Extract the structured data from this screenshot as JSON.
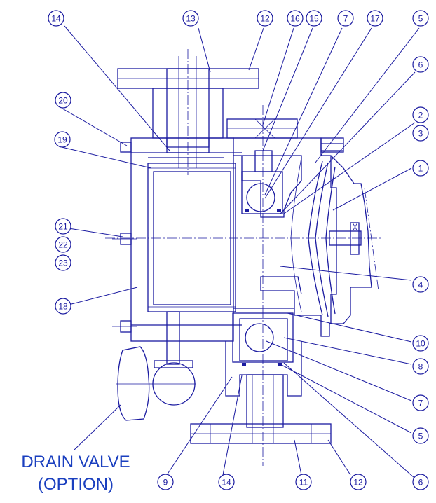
{
  "diagram": {
    "line_color": "#1a1aa0",
    "callout_color": "#1a3fbf",
    "callout_lines": [
      "DRAIN VALVE",
      "(OPTION)"
    ],
    "balloons": [
      "14",
      "13",
      "12",
      "16",
      "15",
      "7",
      "17",
      "5",
      "6",
      "20",
      "2",
      "3",
      "19",
      "1",
      "21",
      "22",
      "23",
      "4",
      "18",
      "10",
      "8",
      "7",
      "5",
      "9",
      "14",
      "11",
      "12",
      "6"
    ]
  }
}
